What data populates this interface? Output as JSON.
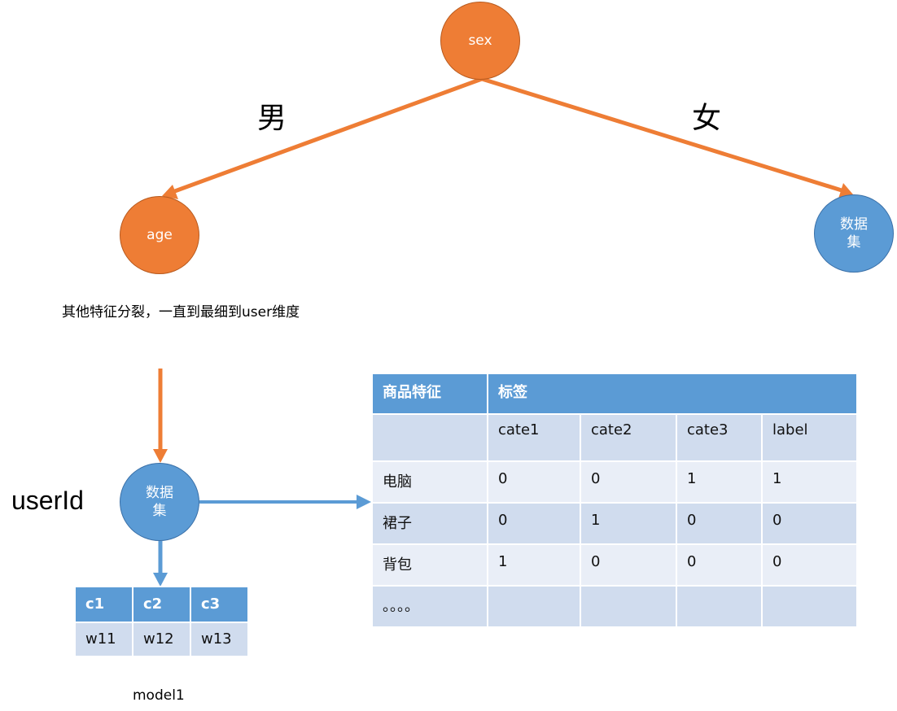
{
  "tree": {
    "root_label": "sex",
    "left_child_label": "age",
    "right_child_label": "数据\n集",
    "left_edge_label": "男",
    "right_edge_label": "女",
    "note": "其他特征分裂，一直到最细到user维度"
  },
  "user_node": {
    "label": "数据\n集",
    "side_label": "userId"
  },
  "product_table": {
    "header": [
      "商品特征",
      "标签"
    ],
    "columns": [
      "",
      "cate1",
      "cate2",
      "cate3",
      "label"
    ],
    "rows": [
      [
        "电脑",
        "0",
        "0",
        "1",
        "1"
      ],
      [
        "裙子",
        "0",
        "1",
        "0",
        "0"
      ],
      [
        "背包",
        "1",
        "0",
        "0",
        "0"
      ],
      [
        "。。。。",
        "",
        "",
        "",
        ""
      ]
    ]
  },
  "model_table": {
    "header": [
      "c1",
      "c2",
      "c3"
    ],
    "row": [
      "w11",
      "w12",
      "w13"
    ],
    "caption": "model1"
  },
  "colors": {
    "orange": "#ee7d35",
    "blue": "#5b9bd5",
    "light_blue": "#d0dcee",
    "lighter_blue": "#e9eef7"
  }
}
